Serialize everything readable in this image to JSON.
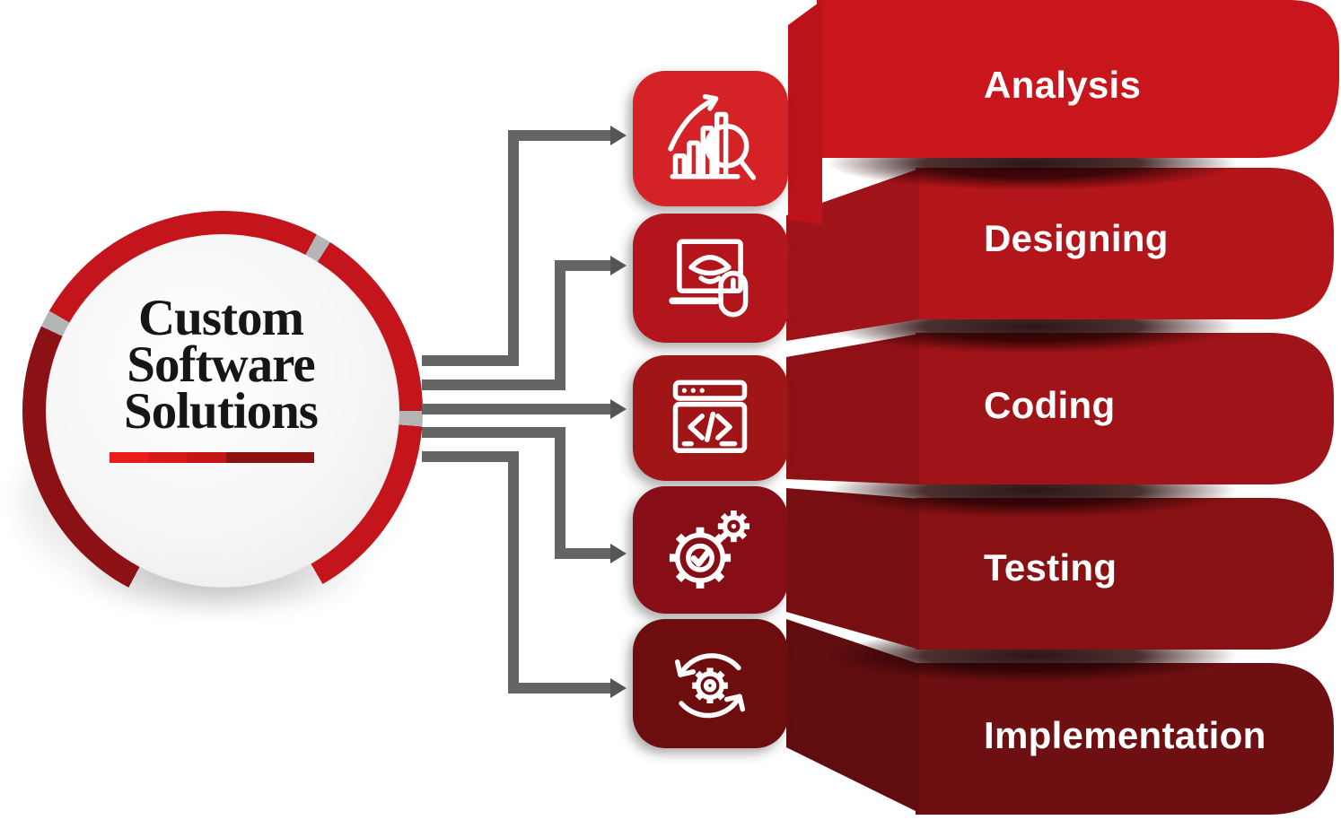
{
  "hub": {
    "lines": [
      "Custom",
      "Software",
      "Solutions"
    ],
    "underline_colors": [
      "#e81c1c",
      "#d91818",
      "#c41515",
      "#8e1111"
    ],
    "ring_colors": {
      "bright_red": "#c3151b",
      "dark_red": "#8c1115",
      "notch_gray": "#b5b5b5"
    },
    "text_color": "#161616"
  },
  "steps": [
    {
      "label": "Analysis",
      "icon": "bar-chart-magnifier-icon",
      "band_color": "#c9161c",
      "tile_color": "#d42127",
      "fold_color": "#bb1319"
    },
    {
      "label": "Designing",
      "icon": "monitor-mouse-icon",
      "band_color": "#b2151a",
      "tile_color": "#b2171d",
      "fold_color": "#a01318"
    },
    {
      "label": "Coding",
      "icon": "code-window-icon",
      "band_color": "#a01318",
      "tile_color": "#a01419",
      "fold_color": "#8f1115"
    },
    {
      "label": "Testing",
      "icon": "gear-check-icon",
      "band_color": "#881114",
      "tile_color": "#871114",
      "fold_color": "#780f12"
    },
    {
      "label": "Implementation",
      "icon": "sync-gear-icon",
      "band_color": "#6e0f11",
      "tile_color": "#6d0e10",
      "fold_color": "#600d0f"
    }
  ],
  "connectors": {
    "color": "#656565",
    "arrow_color": "#555555"
  },
  "label_color": "#ffffff",
  "background": "#ffffff"
}
